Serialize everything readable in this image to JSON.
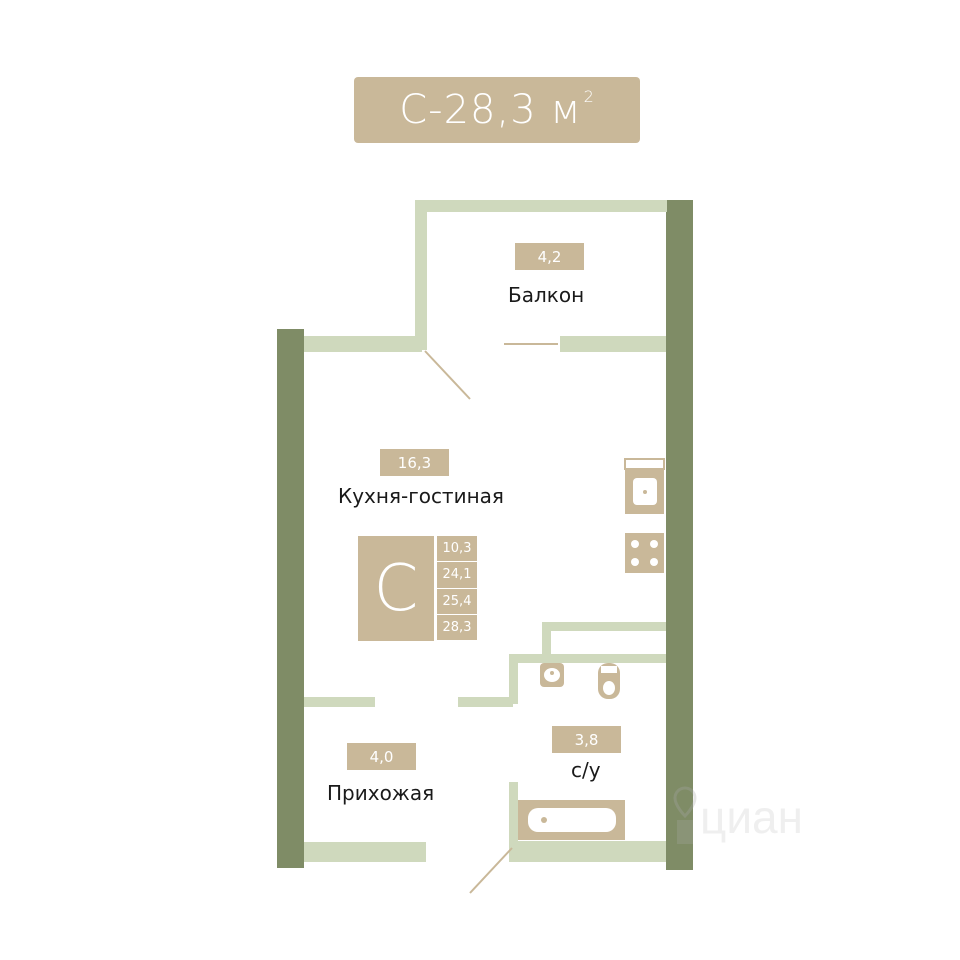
{
  "title": {
    "text": "С-28,3 м",
    "unit_sup": "2"
  },
  "rooms": {
    "balcony": {
      "area": "4,2",
      "name": "Балкон"
    },
    "kitchen_living": {
      "area": "16,3",
      "name": "Кухня-гостиная"
    },
    "hallway": {
      "area": "4,0",
      "name": "Прихожая"
    },
    "bathroom": {
      "area": "3,8",
      "name": "с/у"
    }
  },
  "apartment_type": {
    "letter": "С",
    "areas": [
      "10,3",
      "24,1",
      "25,4",
      "28,3"
    ]
  },
  "watermark": {
    "text": "циан"
  },
  "colors": {
    "accent": "#c9b899",
    "outer_wall": "#7f8c66",
    "inner_wall": "#cfd9bd",
    "door_line": "#c9b899"
  }
}
